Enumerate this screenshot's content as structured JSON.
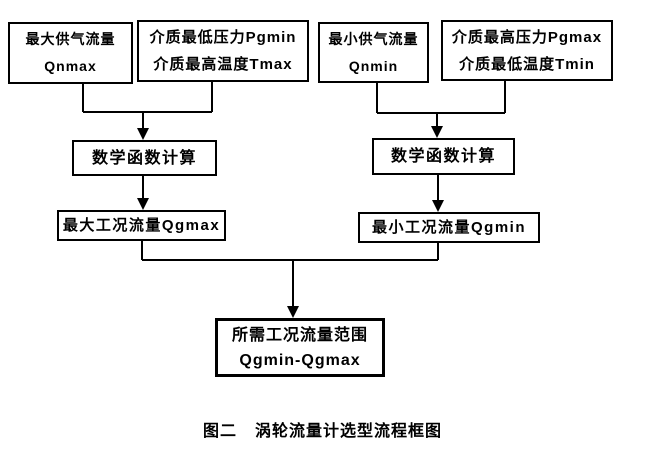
{
  "diagram": {
    "nodes": {
      "qnmax": {
        "line1": "最大供气流量",
        "line2": "Qnmax"
      },
      "pgmin_tmax": {
        "line1": "介质最低压力Pgmin",
        "line2": "介质最高温度Tmax"
      },
      "qnmin": {
        "line1": "最小供气流量",
        "line2": "Qnmin"
      },
      "pgmax_tmin": {
        "line1": "介质最高压力Pgmax",
        "line2": "介质最低温度Tmin"
      },
      "math_left": {
        "label": "数学函数计算"
      },
      "math_right": {
        "label": "数学函数计算"
      },
      "qgmax": {
        "label": "最大工况流量Qgmax"
      },
      "qgmin": {
        "label": "最小工况流量Qgmin"
      },
      "result": {
        "line1": "所需工况流量范围",
        "line2": "Qgmin-Qgmax"
      }
    },
    "caption": {
      "fig_no": "图二",
      "title": "涡轮流量计选型流程框图"
    },
    "colors": {
      "line": "#000000",
      "background": "#ffffff",
      "text": "#000000"
    }
  }
}
